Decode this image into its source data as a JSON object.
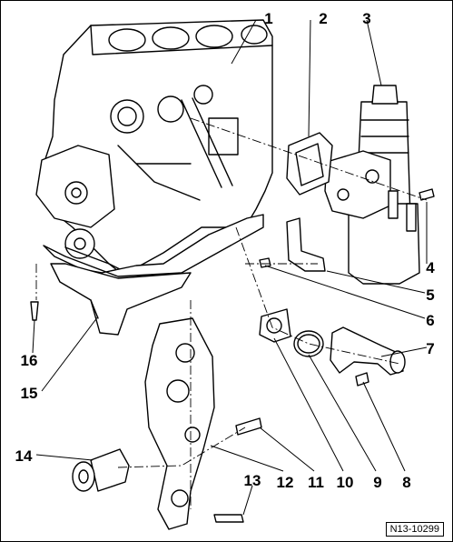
{
  "callouts": [
    "1",
    "2",
    "3",
    "4",
    "5",
    "6",
    "7",
    "8",
    "9",
    "10",
    "11",
    "12",
    "13",
    "14",
    "15",
    "16"
  ],
  "figure_ref": "N13-10299"
}
